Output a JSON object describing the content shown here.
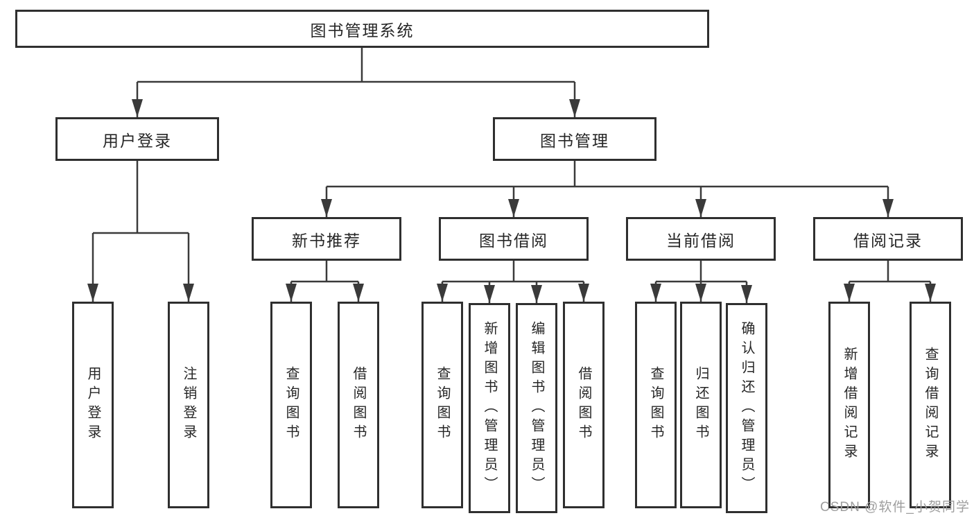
{
  "diagram": {
    "root": {
      "label": "图书管理系统"
    },
    "children": [
      {
        "label": "用户登录",
        "leaves": [
          {
            "label": "用户登录"
          },
          {
            "label": "注销登录"
          }
        ]
      },
      {
        "label": "图书管理",
        "children": [
          {
            "label": "新书推荐",
            "leaves": [
              {
                "label": "查询图书"
              },
              {
                "label": "借阅图书"
              }
            ]
          },
          {
            "label": "图书借阅",
            "leaves": [
              {
                "label": "查询图书"
              },
              {
                "label": "新增图书（管理员）"
              },
              {
                "label": "编辑图书（管理员）"
              },
              {
                "label": "借阅图书"
              }
            ]
          },
          {
            "label": "当前借阅",
            "leaves": [
              {
                "label": "查询图书"
              },
              {
                "label": "归还图书"
              },
              {
                "label": "确认归还（管理员）"
              }
            ]
          },
          {
            "label": "借阅记录",
            "leaves": [
              {
                "label": "新增借阅记录"
              },
              {
                "label": "查询借阅记录"
              }
            ]
          }
        ]
      }
    ]
  },
  "watermark": {
    "text": "CSDN @软件_小贺同学"
  },
  "colors": {
    "line": "#3a3a3a",
    "box_border": "#2f2f2f",
    "text": "#262626",
    "watermark": "#9e9e9e",
    "background": "#ffffff"
  }
}
